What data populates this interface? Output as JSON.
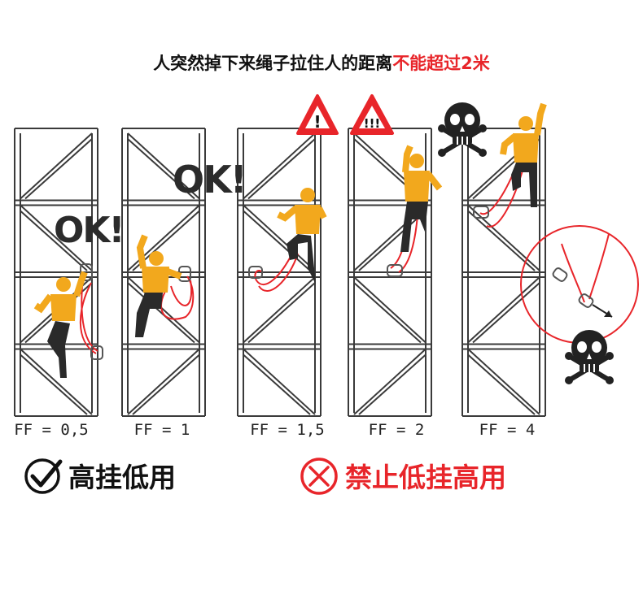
{
  "title": {
    "prefix": "人突然掉下来绳子拉住人的距离",
    "highlight": "不能超过2米"
  },
  "panels": [
    {
      "ff_label": "FF = 0,5",
      "status": "ok"
    },
    {
      "ff_label": "FF = 1",
      "status": "ok"
    },
    {
      "ff_label": "FF = 1,5",
      "status": "warning"
    },
    {
      "ff_label": "FF = 2",
      "status": "danger-warning"
    },
    {
      "ff_label": "FF = 4",
      "status": "fatal"
    }
  ],
  "ok_labels": [
    "OK!",
    "OK!"
  ],
  "warning_signs": [
    "!",
    "!!!"
  ],
  "legend": {
    "good": {
      "label": "高挂低用",
      "color": "#111111"
    },
    "bad": {
      "label": "禁止低挂高用",
      "color": "#e8252a"
    }
  },
  "colors": {
    "accent_red": "#e8252a",
    "worker_yellow": "#f2a81d",
    "frame": "#3a3a3a"
  }
}
